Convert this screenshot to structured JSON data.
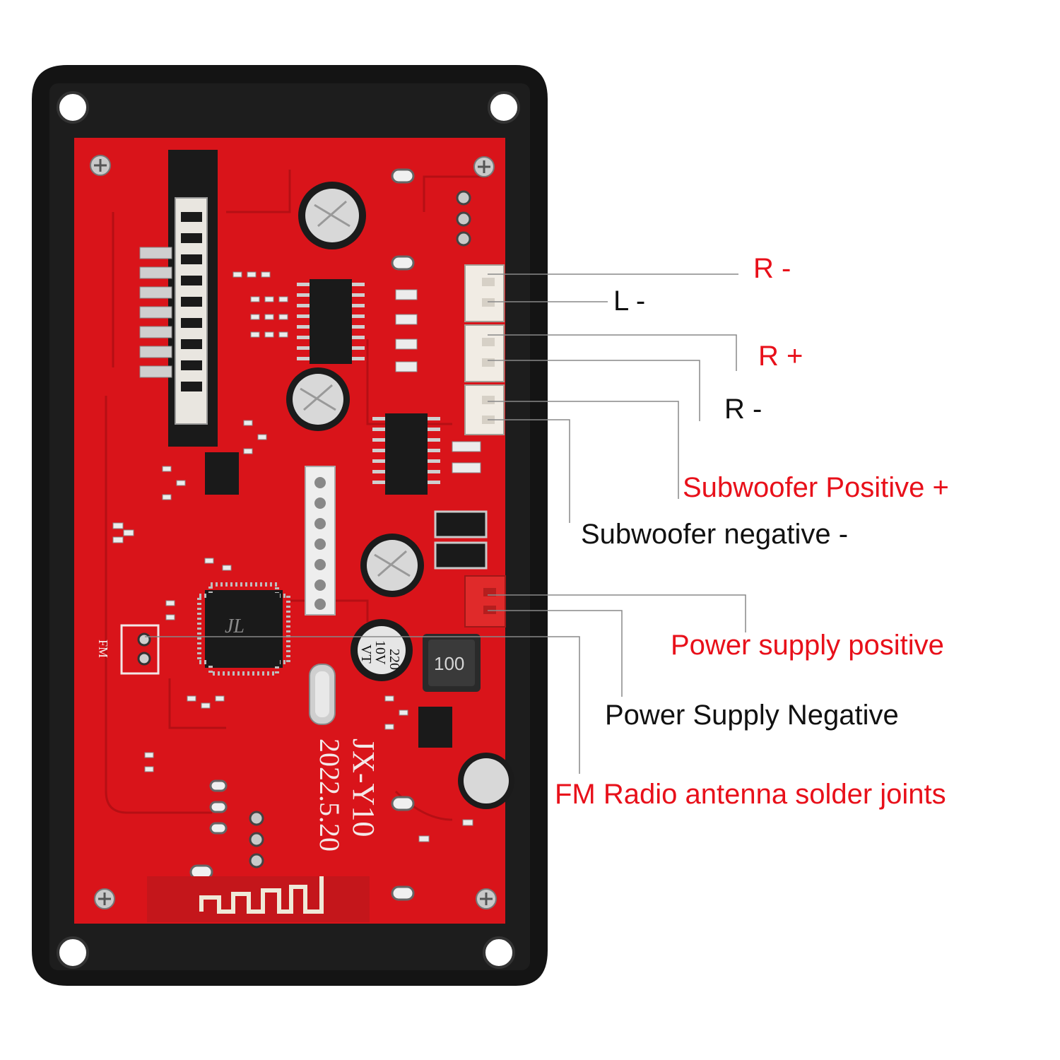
{
  "colors": {
    "board_red": "#d9141a",
    "frame_black": "#141414",
    "label_red": "#e8101a",
    "label_black": "#111111",
    "connector_white": "#f1ece4",
    "connector_red": "#e02a2a"
  },
  "labels": {
    "r_minus_top": "R -",
    "l_minus": "L -",
    "r_plus": "R +",
    "r_minus": "R -",
    "sub_positive": "Subwoofer Positive +",
    "sub_negative": "Subwoofer negative -",
    "power_positive": "Power supply positive",
    "power_negative": "Power Supply Negative",
    "fm_antenna": "FM Radio antenna solder joints"
  },
  "board": {
    "model": "JX-Y10",
    "date": "2022.5.20",
    "inductor_marking": "100",
    "cap_rating_1": "220",
    "cap_rating_2": "10V",
    "cap_rating_3": "VT",
    "fm_marking": "FM",
    "chip_logo": "JL"
  }
}
